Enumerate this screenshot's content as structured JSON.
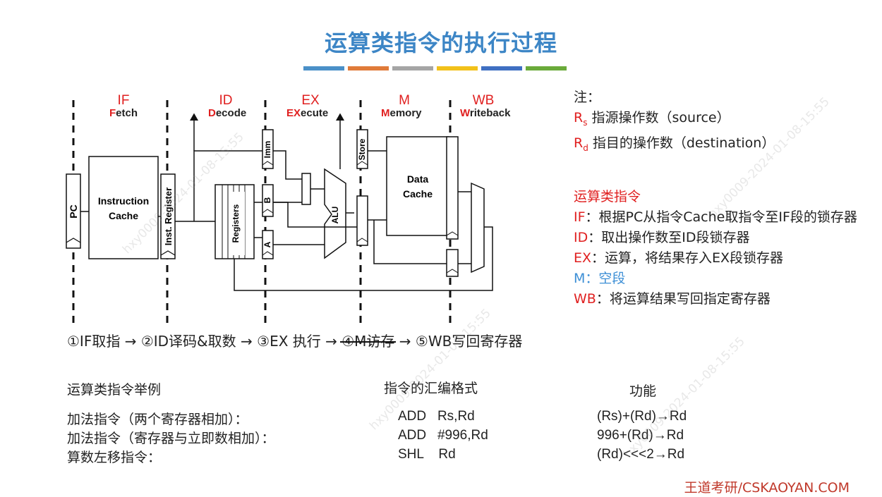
{
  "title": "运算类指令的执行过程",
  "color_bars": [
    "#4a90c8",
    "#e07b39",
    "#a5a5a5",
    "#f2c11a",
    "#3f6fc2",
    "#6aaa3a"
  ],
  "diagram": {
    "stages": [
      {
        "name": "IF",
        "sub_initial": "F",
        "sub_rest": "etch"
      },
      {
        "name": "ID",
        "sub_initial": "D",
        "sub_rest": "ecode"
      },
      {
        "name": "EX",
        "sub_initial": "EX",
        "sub_rest": "ecute"
      },
      {
        "name": "M",
        "sub_initial": "M",
        "sub_rest": "emory"
      },
      {
        "name": "WB",
        "sub_initial": "W",
        "sub_rest": "riteback"
      }
    ],
    "pc": "PC",
    "icache_line1": "Instruction",
    "icache_line2": "Cache",
    "inst_reg": "Inst. Register",
    "registers": "Registers",
    "imm": "Imm",
    "b": "B",
    "a": "A",
    "alu": "ALU",
    "store": "Store",
    "dcache_line1": "Data",
    "dcache_line2": "Cache"
  },
  "notes": {
    "title": "注：",
    "rs_symbol": "R",
    "rs_sub": "s",
    "rs_text": "指源操作数（source）",
    "rd_symbol": "R",
    "rd_sub": "d",
    "rd_text": "指目的操作数（destination）",
    "section": "运算类指令",
    "if_key": "IF",
    "if_text": "：根据PC从指令Cache取指令至IF段的锁存器",
    "id_key": "ID",
    "id_text": "：取出操作数至ID段锁存器",
    "ex_key": "EX",
    "ex_text": "：运算，将结果存入EX段锁存器",
    "m_key": "M",
    "m_text": "：空段",
    "wb_key": "WB",
    "wb_text": "：将运算结果写回指定寄存器"
  },
  "pipeline": {
    "s1": "①IF取指",
    "arrow": "→",
    "s2": "②ID译码&取数",
    "s3": "③EX 执行",
    "s4": "④M访存",
    "s5": "⑤WB写回寄存器"
  },
  "examples": {
    "col1": "运算类指令举例",
    "col2": "指令的汇编格式",
    "col3": "功能",
    "rows": [
      {
        "desc": "加法指令（两个寄存器相加）：",
        "asm": "ADD   Rs,Rd",
        "func": "(Rs)+(Rd)→Rd"
      },
      {
        "desc": "加法指令（寄存器与立即数相加）：",
        "asm": "ADD   #996,Rd",
        "func": "996+(Rd)→Rd"
      },
      {
        "desc": "算数左移指令：",
        "asm": "SHL    Rd",
        "func": "(Rd)<<<2→Rd"
      }
    ]
  },
  "footer": "王道考研/CSKAOYAN.COM",
  "watermark": "hxy0009-2024-01-08-15:55"
}
